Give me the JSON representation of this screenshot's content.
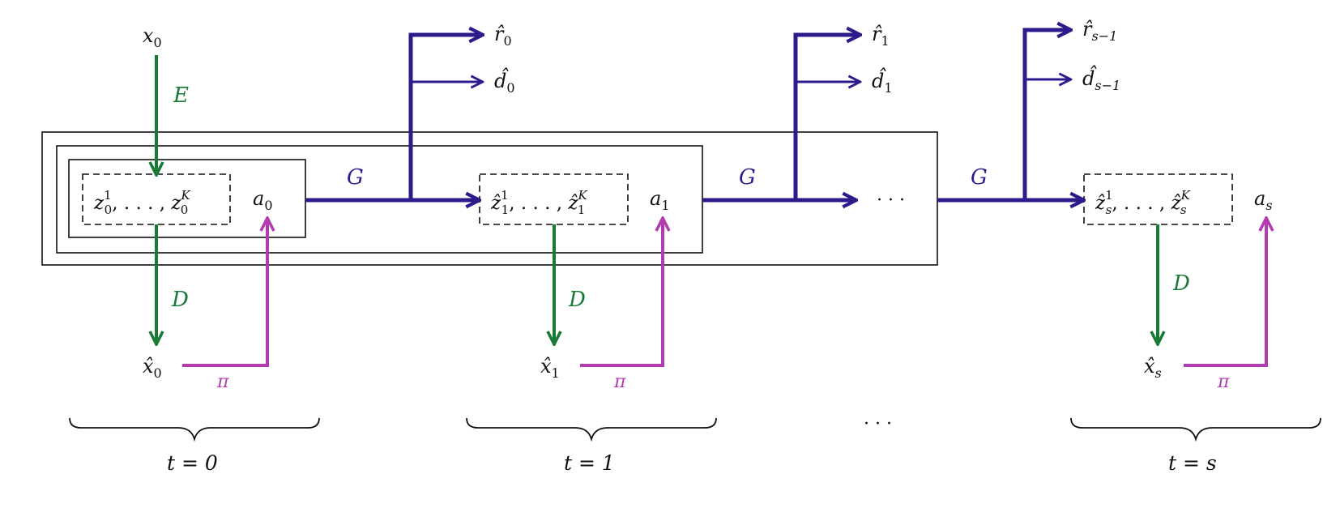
{
  "colors": {
    "transition": "#2e1a8c",
    "encoder_decoder": "#177a35",
    "policy": "#b23bb0",
    "box": "#111111"
  },
  "labels": {
    "x0": "x",
    "x0_sub": "0",
    "E": "E",
    "D": "D",
    "G": "G",
    "pi": "π",
    "z_seq_0": {
      "base": "z",
      "sub": "0",
      "sup1": "1",
      "supK": "K"
    },
    "z_seq_1": {
      "base": "ẑ",
      "sub": "1",
      "sup1": "1",
      "supK": "K"
    },
    "z_seq_s": {
      "base": "ẑ",
      "sub": "s",
      "sup1": "1",
      "supK": "K"
    },
    "ellipsis_sep": ", . . . , ",
    "a0": {
      "base": "a",
      "sub": "0"
    },
    "a1": {
      "base": "a",
      "sub": "1"
    },
    "as": {
      "base": "a",
      "sub": "s"
    },
    "xhat0": {
      "base": "x̂",
      "sub": "0"
    },
    "xhat1": {
      "base": "x̂",
      "sub": "1"
    },
    "xhats": {
      "base": "x̂",
      "sub": "s"
    },
    "rhat0": {
      "base": "r̂",
      "sub": "0"
    },
    "dhat0": {
      "base": "d̂",
      "sub": "0"
    },
    "rhat1": {
      "base": "r̂",
      "sub": "1"
    },
    "dhat1": {
      "base": "d̂",
      "sub": "1"
    },
    "rhats": {
      "base": "r̂",
      "sub": "s−1"
    },
    "dhats": {
      "base": "d̂",
      "sub": "s−1"
    },
    "dots_mid": "· · ·",
    "dots_bottom": "· · ·",
    "t0": "t = 0",
    "t1": "t = 1",
    "ts": "t = s"
  }
}
